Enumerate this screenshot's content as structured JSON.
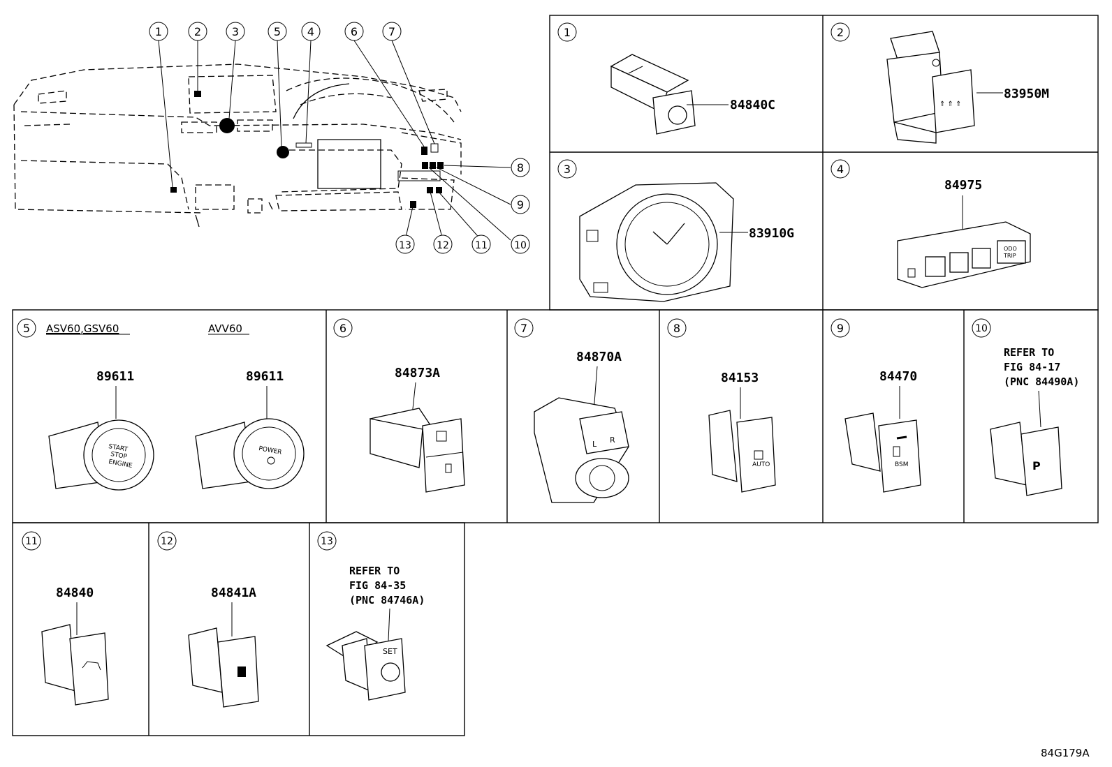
{
  "overview": {
    "callouts": [
      "1",
      "2",
      "3",
      "5",
      "4",
      "6",
      "7",
      "8",
      "9",
      "10",
      "11",
      "12",
      "13"
    ]
  },
  "panels": [
    {
      "index": "1",
      "part": "84840C"
    },
    {
      "index": "2",
      "part": "83950M"
    },
    {
      "index": "3",
      "part": "83910G"
    },
    {
      "index": "4",
      "part": "84975"
    },
    {
      "index": "5",
      "variant_a": "ASV60,GSV60",
      "variant_b": "AVV60",
      "part_a": "89611",
      "part_b": "89611",
      "switch_a_text": [
        "START",
        "STOP",
        "ENGINE"
      ],
      "switch_b_text": "POWER"
    },
    {
      "index": "6",
      "part": "84873A"
    },
    {
      "index": "7",
      "part": "84870A",
      "mirror_labels": [
        "L",
        "R"
      ]
    },
    {
      "index": "8",
      "part": "84153",
      "switch_text": "AUTO"
    },
    {
      "index": "9",
      "part": "84470",
      "switch_text": "BSM"
    },
    {
      "index": "10",
      "refer": [
        "REFER TO",
        "FIG 84-17",
        "(PNC 84490A)"
      ]
    },
    {
      "index": "11",
      "part": "84840"
    },
    {
      "index": "12",
      "part": "84841A"
    },
    {
      "index": "13",
      "refer": [
        "REFER TO",
        "FIG 84-35",
        "(PNC 84746A)"
      ],
      "switch_text": "SET"
    }
  ],
  "switch_4_text": [
    "ODO",
    "TRIP"
  ],
  "figure_code": "84G179A"
}
